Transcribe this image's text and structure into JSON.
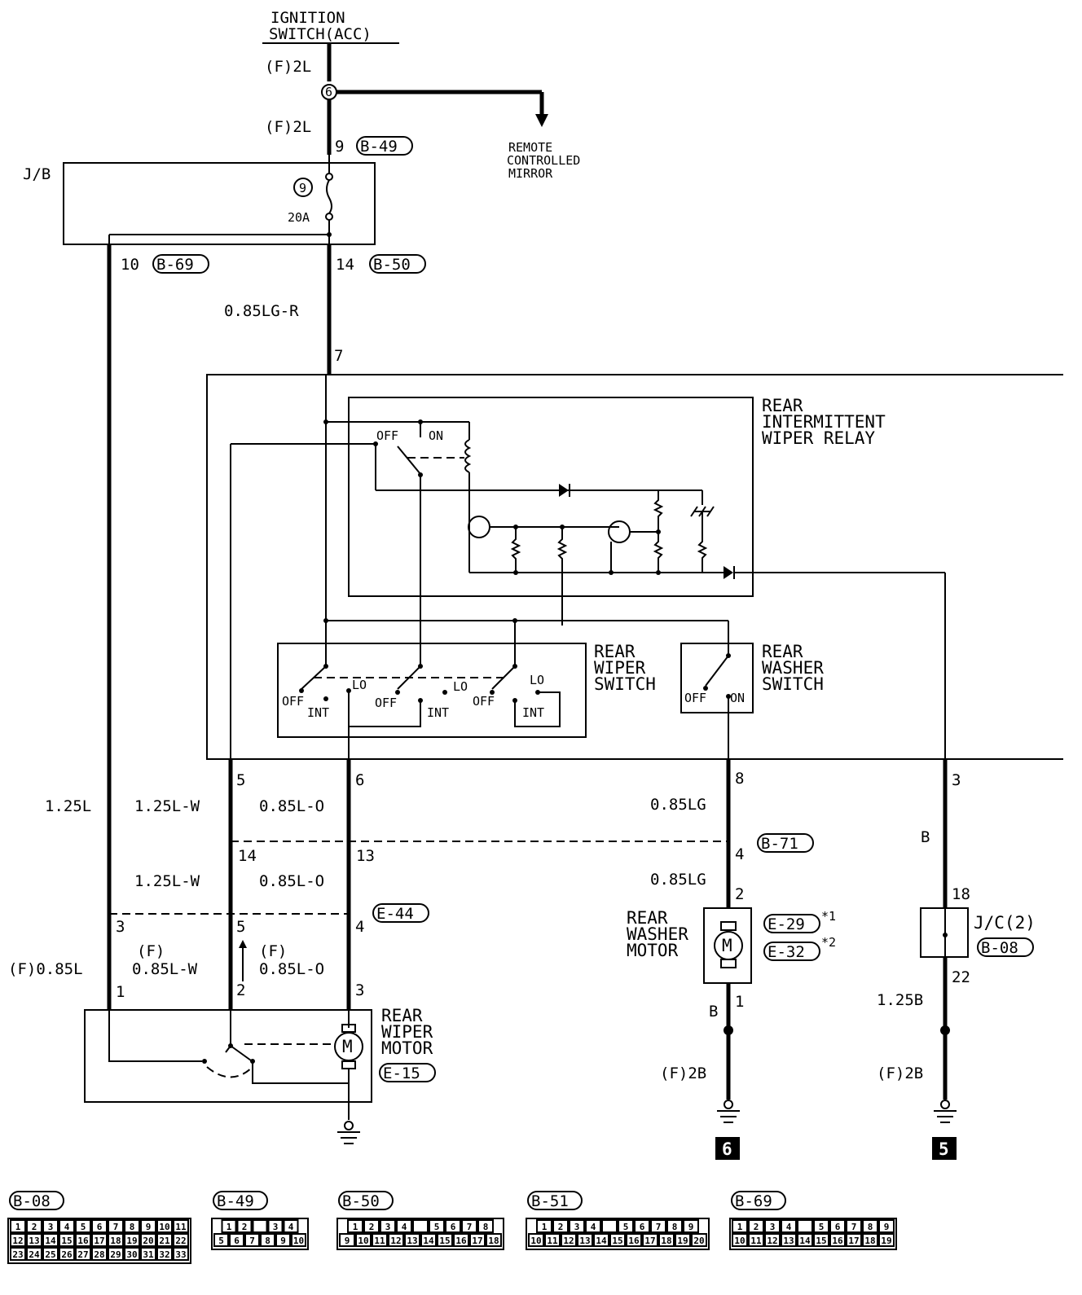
{
  "labels": {
    "ignition_1": "IGNITION",
    "ignition_2": "SWITCH(ACC)",
    "f2l_top": "(F)2L",
    "f2l_mid": "(F)2L",
    "remote_1": "REMOTE",
    "remote_2": "CONTROLLED",
    "remote_3": "MIRROR",
    "jb": "J/B",
    "fuse_no": "9",
    "fuse_amp": "20A",
    "splice_no": "6",
    "pin_9": "9",
    "conn_b49": "B-49",
    "pin_10": "10",
    "conn_b69": "B-69",
    "pin_14": "14",
    "conn_b50": "B-50",
    "wire_085lgr": "0.85LG-R",
    "pin_7": "7",
    "relay_1": "REAR",
    "relay_2": "INTERMITTENT",
    "relay_3": "WIPER RELAY",
    "sw_off": "OFF",
    "sw_on": "ON",
    "wiper_sw_1": "REAR",
    "wiper_sw_2": "WIPER",
    "wiper_sw_3": "SWITCH",
    "washer_sw_1": "REAR",
    "washer_sw_2": "WASHER",
    "washer_sw_3": "SWITCH",
    "off_a": "OFF",
    "int_a": "INT",
    "lo_a": "LO",
    "off_b": "OFF",
    "int_b": "INT",
    "lo_b": "LO",
    "off_c": "OFF",
    "int_c": "INT",
    "lo_c": "LO",
    "ws_off": "OFF",
    "ws_on": "ON",
    "pin_5": "5",
    "pin_6": "6",
    "pin_8": "8",
    "pin_3r": "3",
    "wire_125l": "1.25L",
    "wire_125lw": "1.25L-W",
    "wire_085lo": "0.85L-O",
    "wire_085lg": "0.85LG",
    "wire_b": "B",
    "pin_14b": "14",
    "pin_13": "13",
    "conn_b71": "B-71",
    "pin_4b": "4",
    "wire_125lw_2": "1.25L-W",
    "wire_085lo_2": "0.85L-O",
    "wire_085lg_2": "0.85LG",
    "pin_2w": "2",
    "washer_m_1": "REAR",
    "washer_m_2": "WASHER",
    "washer_m_3": "MOTOR",
    "conn_e29": "E-29",
    "note1": "*1",
    "conn_e32": "E-32",
    "note2": "*2",
    "pin_18": "18",
    "jc": "J/C(2)",
    "conn_b08": "B-08",
    "pin_22": "22",
    "pin_3a": "3",
    "pin_5a": "5",
    "pin_4a": "4",
    "conn_e44": "E-44",
    "f_a": "(F)",
    "f_b": "(F)",
    "wire_f085l": "(F)0.85L",
    "wire_085lw": "0.85L-W",
    "wire_085lo_3": "0.85L-O",
    "pin_1": "1",
    "pin_2": "2",
    "pin_3": "3",
    "motor_1": "REAR",
    "motor_2": "WIPER",
    "motor_3": "MOTOR",
    "conn_e15": "E-15",
    "wire_b2": "B",
    "pin_1w": "1",
    "wire_125b": "1.25B",
    "f2b_a": "(F)2B",
    "f2b_b": "(F)2B",
    "ground_6": "6",
    "ground_5": "5",
    "m1": "M",
    "m2": "M"
  },
  "connectors": [
    {
      "name": "B-08",
      "rows": [
        [
          "1",
          "2",
          "3",
          "4",
          "5",
          "6",
          "7",
          "8",
          "9",
          "10",
          "11"
        ],
        [
          "12",
          "13",
          "14",
          "15",
          "16",
          "17",
          "18",
          "19",
          "20",
          "21",
          "22"
        ],
        [
          "23",
          "24",
          "25",
          "26",
          "27",
          "28",
          "29",
          "30",
          "31",
          "32",
          "33"
        ]
      ]
    },
    {
      "name": "B-49",
      "rows": [
        [
          "1",
          "2",
          "",
          "3",
          "4"
        ],
        [
          "5",
          "6",
          "7",
          "8",
          "9",
          "10"
        ]
      ]
    },
    {
      "name": "B-50",
      "rows": [
        [
          "1",
          "2",
          "3",
          "4",
          "",
          "5",
          "6",
          "7",
          "8"
        ],
        [
          "9",
          "10",
          "11",
          "12",
          "13",
          "14",
          "15",
          "16",
          "17",
          "18"
        ]
      ]
    },
    {
      "name": "B-51",
      "rows": [
        [
          "1",
          "2",
          "3",
          "4",
          "",
          "5",
          "6",
          "7",
          "8",
          "9"
        ],
        [
          "10",
          "11",
          "12",
          "13",
          "14",
          "15",
          "16",
          "17",
          "18",
          "19",
          "20"
        ]
      ]
    },
    {
      "name": "B-69",
      "rows": [
        [
          "1",
          "2",
          "3",
          "4",
          "",
          "5",
          "6",
          "7",
          "8",
          "9"
        ],
        [
          "10",
          "11",
          "12",
          "13",
          "14",
          "15",
          "16",
          "17",
          "18",
          "19"
        ]
      ]
    }
  ]
}
